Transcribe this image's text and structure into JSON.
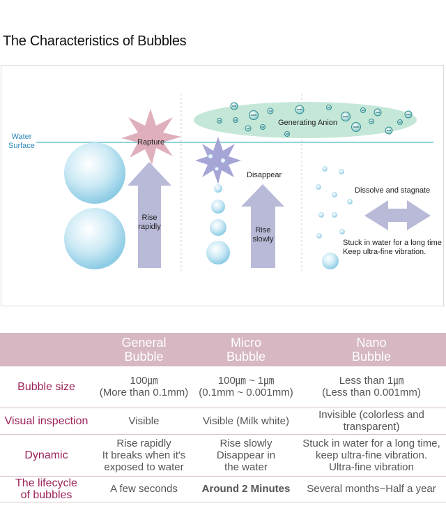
{
  "title": "The Characteristics of Bubbles",
  "diagram": {
    "water_surface": "Water\nSurface",
    "rapture": "Rapture",
    "rise_rapidly": "Rise\nrapidly",
    "generating_anion": "Generating Anion",
    "disappear": "Disappear",
    "rise_slowly": "Rise\nslowly",
    "dissolve": "Dissolve and stagnate",
    "stuck": "Stuck in water for a long time\nKeep ultra-fine vibration.",
    "colors": {
      "water_line": "#4fb7cf",
      "arrow": "#b9b9d8",
      "burst": "#d8a0b0",
      "anion_ellipse": "#bfe5d5",
      "bubble": "#a9d8ec"
    }
  },
  "table": {
    "headers": [
      "",
      "General\nBubble",
      "Micro\nBubble",
      "Nano\nBubble"
    ],
    "rows": [
      {
        "label": "Bubble size",
        "cells": [
          "100㎛\n(More than 0.1mm)",
          "100㎛ ~ 1㎛\n(0.1mm ~ 0.001mm)",
          "Less than 1㎛\n(Less than 0.001mm)"
        ]
      },
      {
        "label": "Visual inspection",
        "cells": [
          "Visible",
          "Visible (Milk white)",
          "Invisible (colorless and\ntransparent)"
        ]
      },
      {
        "label": "Dynamic",
        "cells": [
          "Rise rapidly\nIt breaks when it's\nexposed to water",
          "Rise slowly\nDisappear in\nthe water",
          "Stuck in water for a long time,\nkeep ultra-fine vibration.\nUltra-fine vibration"
        ]
      },
      {
        "label": "The lifecycle\nof bubbles",
        "cells": [
          "A few seconds",
          "Around 2 Minutes",
          "Several months~Half a year"
        ]
      }
    ],
    "colors": {
      "header_bg": "#d6b7c2",
      "row_label": "#9c2159"
    }
  }
}
